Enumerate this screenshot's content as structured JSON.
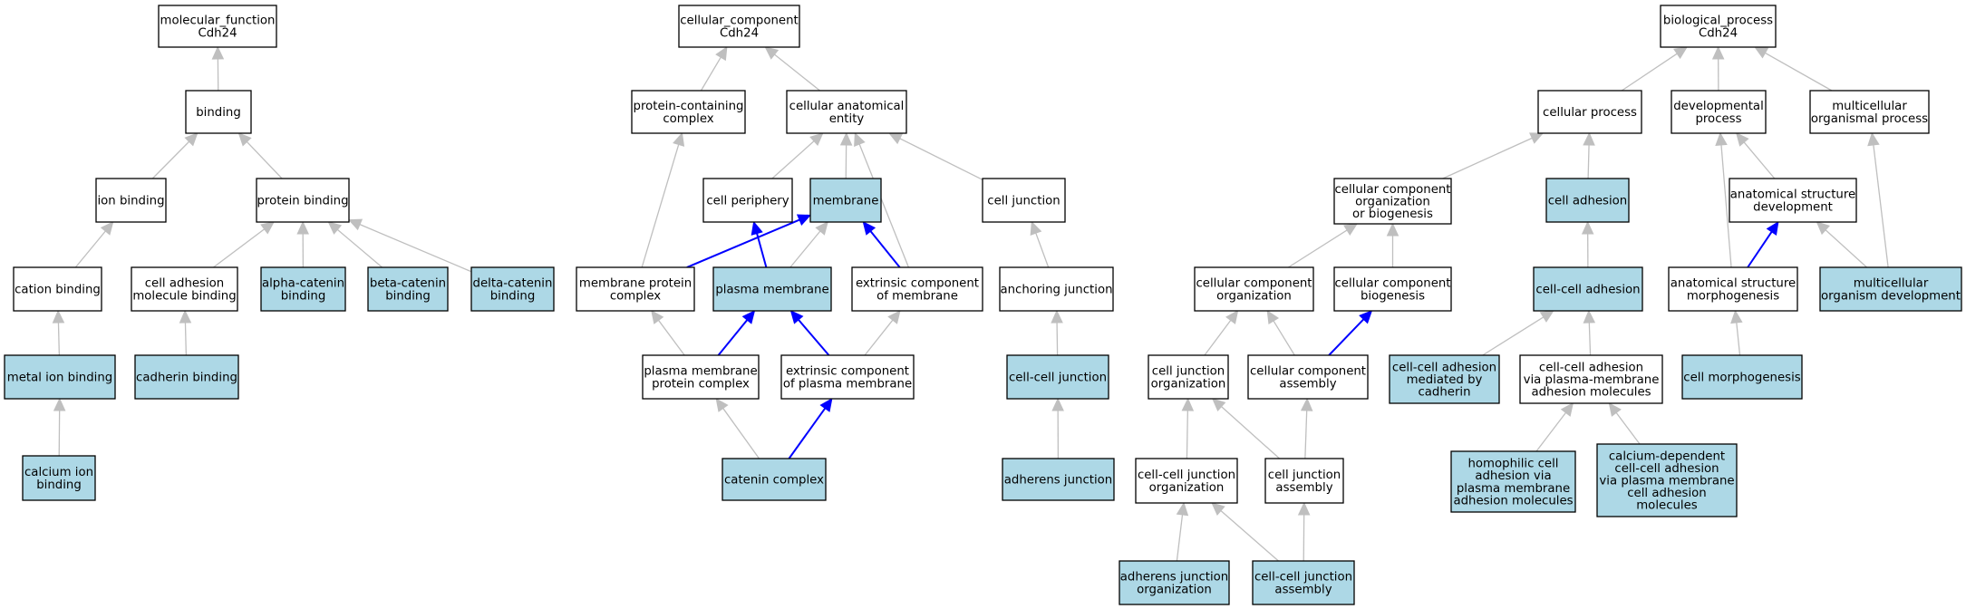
{
  "colors": {
    "highlight_fill": "#add8e6",
    "plain_fill": "#ffffff",
    "border": "#000000",
    "edge_gray": "#bfbfbf",
    "edge_blue": "#0000ff"
  },
  "nodes": [
    {
      "id": "mf",
      "lines": [
        "molecular_function",
        "Cdh24"
      ],
      "highlight": false
    },
    {
      "id": "binding",
      "lines": [
        "binding"
      ],
      "highlight": false
    },
    {
      "id": "ion_binding",
      "lines": [
        "ion binding"
      ],
      "highlight": false
    },
    {
      "id": "protein_binding",
      "lines": [
        "protein binding"
      ],
      "highlight": false
    },
    {
      "id": "cation_binding",
      "lines": [
        "cation binding"
      ],
      "highlight": false
    },
    {
      "id": "cell_adhesion_molecule_binding",
      "lines": [
        "cell adhesion",
        "molecule binding"
      ],
      "highlight": false
    },
    {
      "id": "alpha_catenin_binding",
      "lines": [
        "alpha-catenin",
        "binding"
      ],
      "highlight": true
    },
    {
      "id": "beta_catenin_binding",
      "lines": [
        "beta-catenin",
        "binding"
      ],
      "highlight": true
    },
    {
      "id": "delta_catenin_binding",
      "lines": [
        "delta-catenin",
        "binding"
      ],
      "highlight": true
    },
    {
      "id": "metal_ion_binding",
      "lines": [
        "metal ion binding"
      ],
      "highlight": true
    },
    {
      "id": "cadherin_binding",
      "lines": [
        "cadherin binding"
      ],
      "highlight": true
    },
    {
      "id": "calcium_ion_binding",
      "lines": [
        "calcium ion",
        "binding"
      ],
      "highlight": true
    },
    {
      "id": "cc",
      "lines": [
        "cellular_component",
        "Cdh24"
      ],
      "highlight": false
    },
    {
      "id": "protein_containing_complex",
      "lines": [
        "protein-containing",
        "complex"
      ],
      "highlight": false
    },
    {
      "id": "cellular_anatomical_entity",
      "lines": [
        "cellular anatomical",
        "entity"
      ],
      "highlight": false
    },
    {
      "id": "cell_periphery",
      "lines": [
        "cell periphery"
      ],
      "highlight": false
    },
    {
      "id": "membrane",
      "lines": [
        "membrane"
      ],
      "highlight": true
    },
    {
      "id": "cell_junction",
      "lines": [
        "cell junction"
      ],
      "highlight": false
    },
    {
      "id": "membrane_protein_complex",
      "lines": [
        "membrane protein",
        "complex"
      ],
      "highlight": false
    },
    {
      "id": "plasma_membrane",
      "lines": [
        "plasma membrane"
      ],
      "highlight": true
    },
    {
      "id": "extrinsic_component_of_membrane",
      "lines": [
        "extrinsic component",
        "of membrane"
      ],
      "highlight": false
    },
    {
      "id": "anchoring_junction",
      "lines": [
        "anchoring junction"
      ],
      "highlight": false
    },
    {
      "id": "plasma_membrane_protein_complex",
      "lines": [
        "plasma membrane",
        "protein complex"
      ],
      "highlight": false
    },
    {
      "id": "extrinsic_component_of_plasma_membrane",
      "lines": [
        "extrinsic component",
        "of plasma membrane"
      ],
      "highlight": false
    },
    {
      "id": "cell_cell_junction",
      "lines": [
        "cell-cell junction"
      ],
      "highlight": true
    },
    {
      "id": "catenin_complex",
      "lines": [
        "catenin complex"
      ],
      "highlight": true
    },
    {
      "id": "adherens_junction",
      "lines": [
        "adherens junction"
      ],
      "highlight": true
    },
    {
      "id": "bp",
      "lines": [
        "biological_process",
        "Cdh24"
      ],
      "highlight": false
    },
    {
      "id": "cellular_process",
      "lines": [
        "cellular process"
      ],
      "highlight": false
    },
    {
      "id": "developmental_process",
      "lines": [
        "developmental",
        "process"
      ],
      "highlight": false
    },
    {
      "id": "multicellular_organismal_process",
      "lines": [
        "multicellular",
        "organismal process"
      ],
      "highlight": false
    },
    {
      "id": "cellular_component_organization_or_biogenesis",
      "lines": [
        "cellular component",
        "organization",
        "or biogenesis"
      ],
      "highlight": false
    },
    {
      "id": "cell_adhesion",
      "lines": [
        "cell adhesion"
      ],
      "highlight": true
    },
    {
      "id": "anatomical_structure_development",
      "lines": [
        "anatomical structure",
        "development"
      ],
      "highlight": false
    },
    {
      "id": "cellular_component_organization",
      "lines": [
        "cellular component",
        "organization"
      ],
      "highlight": false
    },
    {
      "id": "cellular_component_biogenesis",
      "lines": [
        "cellular component",
        "biogenesis"
      ],
      "highlight": false
    },
    {
      "id": "cell_cell_adhesion",
      "lines": [
        "cell-cell adhesion"
      ],
      "highlight": true
    },
    {
      "id": "anatomical_structure_morphogenesis",
      "lines": [
        "anatomical structure",
        "morphogenesis"
      ],
      "highlight": false
    },
    {
      "id": "multicellular_organism_development",
      "lines": [
        "multicellular",
        "organism development"
      ],
      "highlight": true
    },
    {
      "id": "cell_junction_organization",
      "lines": [
        "cell junction",
        "organization"
      ],
      "highlight": false
    },
    {
      "id": "cellular_component_assembly",
      "lines": [
        "cellular component",
        "assembly"
      ],
      "highlight": false
    },
    {
      "id": "cell_cell_adhesion_mediated_by_cadherin",
      "lines": [
        "cell-cell adhesion",
        "mediated by",
        "cadherin"
      ],
      "highlight": true
    },
    {
      "id": "cell_cell_adhesion_via_pm_adhesion_molecules",
      "lines": [
        "cell-cell adhesion",
        "via plasma-membrane",
        "adhesion molecules"
      ],
      "highlight": false
    },
    {
      "id": "cell_morphogenesis",
      "lines": [
        "cell morphogenesis"
      ],
      "highlight": true
    },
    {
      "id": "cell_cell_junction_organization",
      "lines": [
        "cell-cell junction",
        "organization"
      ],
      "highlight": false
    },
    {
      "id": "cell_junction_assembly",
      "lines": [
        "cell junction",
        "assembly"
      ],
      "highlight": false
    },
    {
      "id": "homophilic_cell_adhesion",
      "lines": [
        "homophilic cell",
        "adhesion via",
        "plasma membrane",
        "adhesion molecules"
      ],
      "highlight": true
    },
    {
      "id": "calcium_dependent_cell_cell_adhesion",
      "lines": [
        "calcium-dependent",
        "cell-cell adhesion",
        "via plasma membrane",
        "cell adhesion",
        "molecules"
      ],
      "highlight": true
    },
    {
      "id": "adherens_junction_organization",
      "lines": [
        "adherens junction",
        "organization"
      ],
      "highlight": true
    },
    {
      "id": "cell_cell_junction_assembly",
      "lines": [
        "cell-cell junction",
        "assembly"
      ],
      "highlight": true
    }
  ],
  "edges": [
    {
      "from": "binding",
      "to": "mf",
      "color": "gray"
    },
    {
      "from": "ion_binding",
      "to": "binding",
      "color": "gray"
    },
    {
      "from": "protein_binding",
      "to": "binding",
      "color": "gray"
    },
    {
      "from": "cation_binding",
      "to": "ion_binding",
      "color": "gray"
    },
    {
      "from": "cell_adhesion_molecule_binding",
      "to": "protein_binding",
      "color": "gray"
    },
    {
      "from": "alpha_catenin_binding",
      "to": "protein_binding",
      "color": "gray"
    },
    {
      "from": "beta_catenin_binding",
      "to": "protein_binding",
      "color": "gray"
    },
    {
      "from": "delta_catenin_binding",
      "to": "protein_binding",
      "color": "gray"
    },
    {
      "from": "metal_ion_binding",
      "to": "cation_binding",
      "color": "gray"
    },
    {
      "from": "cadherin_binding",
      "to": "cell_adhesion_molecule_binding",
      "color": "gray"
    },
    {
      "from": "calcium_ion_binding",
      "to": "metal_ion_binding",
      "color": "gray"
    },
    {
      "from": "protein_containing_complex",
      "to": "cc",
      "color": "gray"
    },
    {
      "from": "cellular_anatomical_entity",
      "to": "cc",
      "color": "gray"
    },
    {
      "from": "cell_periphery",
      "to": "cellular_anatomical_entity",
      "color": "gray"
    },
    {
      "from": "membrane",
      "to": "cellular_anatomical_entity",
      "color": "gray"
    },
    {
      "from": "cell_junction",
      "to": "cellular_anatomical_entity",
      "color": "gray"
    },
    {
      "from": "extrinsic_component_of_membrane",
      "to": "cellular_anatomical_entity",
      "color": "gray"
    },
    {
      "from": "membrane_protein_complex",
      "to": "protein_containing_complex",
      "color": "gray"
    },
    {
      "from": "membrane_protein_complex",
      "to": "membrane",
      "color": "blue"
    },
    {
      "from": "plasma_membrane",
      "to": "cell_periphery",
      "color": "blue"
    },
    {
      "from": "plasma_membrane",
      "to": "membrane",
      "color": "gray"
    },
    {
      "from": "extrinsic_component_of_membrane",
      "to": "membrane",
      "color": "blue"
    },
    {
      "from": "anchoring_junction",
      "to": "cell_junction",
      "color": "gray"
    },
    {
      "from": "plasma_membrane_protein_complex",
      "to": "membrane_protein_complex",
      "color": "gray"
    },
    {
      "from": "plasma_membrane_protein_complex",
      "to": "plasma_membrane",
      "color": "blue"
    },
    {
      "from": "extrinsic_component_of_plasma_membrane",
      "to": "plasma_membrane",
      "color": "blue"
    },
    {
      "from": "extrinsic_component_of_plasma_membrane",
      "to": "extrinsic_component_of_membrane",
      "color": "gray"
    },
    {
      "from": "cell_cell_junction",
      "to": "anchoring_junction",
      "color": "gray"
    },
    {
      "from": "catenin_complex",
      "to": "plasma_membrane_protein_complex",
      "color": "gray"
    },
    {
      "from": "catenin_complex",
      "to": "extrinsic_component_of_plasma_membrane",
      "color": "blue"
    },
    {
      "from": "adherens_junction",
      "to": "cell_cell_junction",
      "color": "gray"
    },
    {
      "from": "cellular_process",
      "to": "bp",
      "color": "gray"
    },
    {
      "from": "developmental_process",
      "to": "bp",
      "color": "gray"
    },
    {
      "from": "multicellular_organismal_process",
      "to": "bp",
      "color": "gray"
    },
    {
      "from": "cellular_component_organization_or_biogenesis",
      "to": "cellular_process",
      "color": "gray"
    },
    {
      "from": "cell_adhesion",
      "to": "cellular_process",
      "color": "gray"
    },
    {
      "from": "anatomical_structure_development",
      "to": "developmental_process",
      "color": "gray"
    },
    {
      "from": "cellular_component_organization",
      "to": "cellular_component_organization_or_biogenesis",
      "color": "gray"
    },
    {
      "from": "cellular_component_biogenesis",
      "to": "cellular_component_organization_or_biogenesis",
      "color": "gray"
    },
    {
      "from": "cell_cell_adhesion",
      "to": "cell_adhesion",
      "color": "gray"
    },
    {
      "from": "anatomical_structure_morphogenesis",
      "to": "developmental_process",
      "color": "gray"
    },
    {
      "from": "anatomical_structure_morphogenesis",
      "to": "anatomical_structure_development",
      "color": "blue"
    },
    {
      "from": "multicellular_organism_development",
      "to": "anatomical_structure_development",
      "color": "gray"
    },
    {
      "from": "multicellular_organism_development",
      "to": "multicellular_organismal_process",
      "color": "gray"
    },
    {
      "from": "cell_junction_organization",
      "to": "cellular_component_organization",
      "color": "gray"
    },
    {
      "from": "cellular_component_assembly",
      "to": "cellular_component_organization",
      "color": "gray"
    },
    {
      "from": "cellular_component_assembly",
      "to": "cellular_component_biogenesis",
      "color": "blue"
    },
    {
      "from": "cell_cell_adhesion_mediated_by_cadherin",
      "to": "cell_cell_adhesion",
      "color": "gray"
    },
    {
      "from": "cell_cell_adhesion_via_pm_adhesion_molecules",
      "to": "cell_cell_adhesion",
      "color": "gray"
    },
    {
      "from": "cell_morphogenesis",
      "to": "anatomical_structure_morphogenesis",
      "color": "gray"
    },
    {
      "from": "cell_cell_junction_organization",
      "to": "cell_junction_organization",
      "color": "gray"
    },
    {
      "from": "cell_junction_assembly",
      "to": "cell_junction_organization",
      "color": "gray"
    },
    {
      "from": "cell_junction_assembly",
      "to": "cellular_component_assembly",
      "color": "gray"
    },
    {
      "from": "homophilic_cell_adhesion",
      "to": "cell_cell_adhesion_via_pm_adhesion_molecules",
      "color": "gray"
    },
    {
      "from": "calcium_dependent_cell_cell_adhesion",
      "to": "cell_cell_adhesion_via_pm_adhesion_molecules",
      "color": "gray"
    },
    {
      "from": "adherens_junction_organization",
      "to": "cell_cell_junction_organization",
      "color": "gray"
    },
    {
      "from": "cell_cell_junction_assembly",
      "to": "cell_cell_junction_organization",
      "color": "gray"
    },
    {
      "from": "cell_cell_junction_assembly",
      "to": "cell_junction_assembly",
      "color": "gray"
    }
  ]
}
